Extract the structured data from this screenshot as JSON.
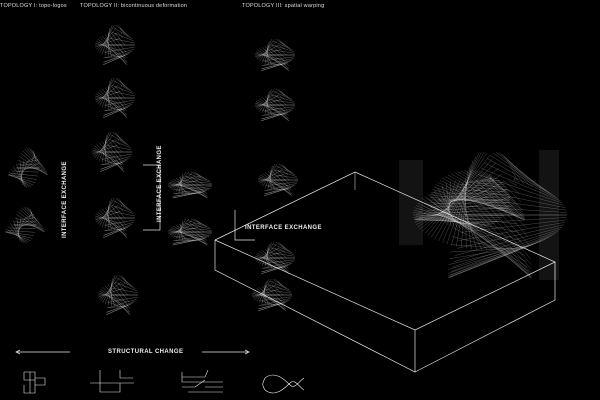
{
  "headings": {
    "topology_1": "TOPOLOGY I: topo-logos",
    "topology_2": "TOPOLOGY II: bicontinuous deformation",
    "topology_3": "TOPOLOGY III: spatial warping"
  },
  "labels": {
    "interface_exchange_left": "INTERFACE EXCHANGE",
    "interface_exchange_mid": "INTERFACE EXCHANGE",
    "interface_exchange_right": "INTERFACE EXCHANGE",
    "structural_change": "STRUCTURAL CHANGE"
  },
  "colors": {
    "background": "#000000",
    "line": "#ffffff"
  }
}
